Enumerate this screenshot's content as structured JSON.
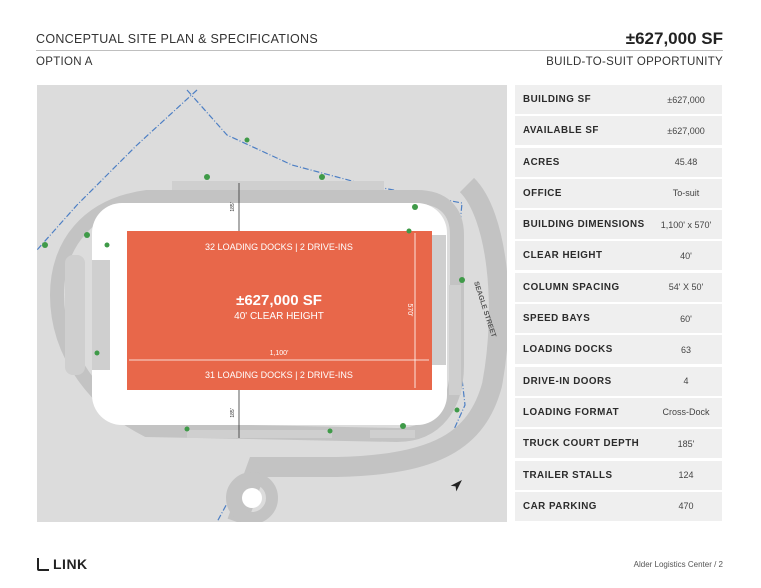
{
  "header": {
    "title": "CONCEPTUAL SITE PLAN & SPECIFICATIONS",
    "size": "±627,000 SF",
    "option": "OPTION A",
    "opportunity": "BUILD-TO-SUIT OPPORTUNITY"
  },
  "site_plan": {
    "building_size": "±627,000 SF",
    "clear_height": "40' CLEAR HEIGHT",
    "docks_top": "32 LOADING DOCKS | 2 DRIVE-INS",
    "docks_bottom": "31 LOADING DOCKS | 2 DRIVE-INS",
    "dim_width": "1,100'",
    "dim_depth": "570'",
    "dim_truck_court_top": "185'",
    "dim_truck_court_bottom": "185'",
    "street": "SEAGLE STREET",
    "colors": {
      "building": "#e8674a",
      "ground": "#dcdcdc",
      "road": "#c3c3c3",
      "pavement": "#ffffff",
      "trees": "#3f9a48",
      "boundary": "#4d7fc4"
    }
  },
  "specs": [
    {
      "label": "BUILDING SF",
      "value": "±627,000"
    },
    {
      "label": "AVAILABLE SF",
      "value": "±627,000"
    },
    {
      "label": "ACRES",
      "value": "45.48"
    },
    {
      "label": "OFFICE",
      "value": "To-suit"
    },
    {
      "label": "BUILDING DIMENSIONS",
      "value": "1,100' x 570'"
    },
    {
      "label": "CLEAR HEIGHT",
      "value": "40'"
    },
    {
      "label": "COLUMN SPACING",
      "value": "54' X 50'"
    },
    {
      "label": "SPEED BAYS",
      "value": "60'"
    },
    {
      "label": "LOADING DOCKS",
      "value": "63"
    },
    {
      "label": "DRIVE-IN DOORS",
      "value": "4"
    },
    {
      "label": "LOADING FORMAT",
      "value": "Cross-Dock"
    },
    {
      "label": "TRUCK COURT DEPTH",
      "value": "185'"
    },
    {
      "label": "TRAILER STALLS",
      "value": "124"
    },
    {
      "label": "CAR PARKING",
      "value": "470"
    }
  ],
  "footer": {
    "logo": "LINK",
    "page": "Alder Logistics Center / 2"
  }
}
